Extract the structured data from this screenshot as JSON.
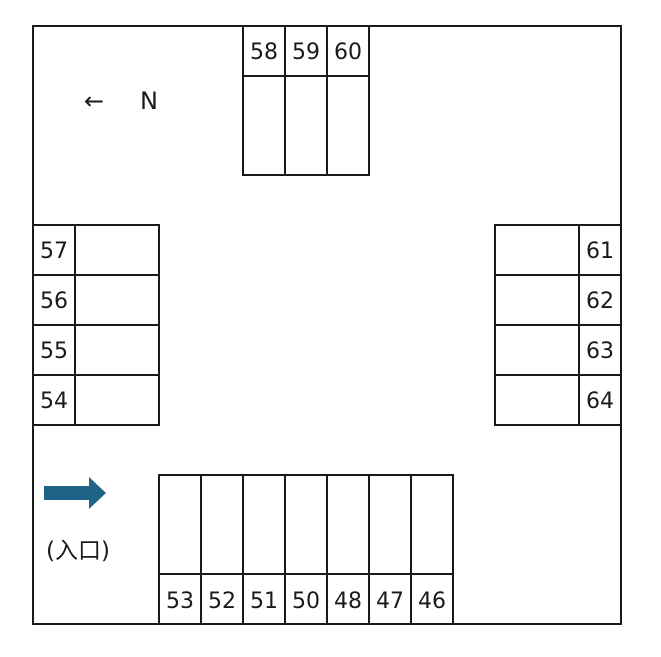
{
  "compass": {
    "arrow": "←",
    "label": "N"
  },
  "entrance": {
    "label": "(入口)",
    "arrow_color": "#1f6386"
  },
  "top_row": {
    "numbers": [
      "58",
      "59",
      "60"
    ]
  },
  "left_column": {
    "numbers": [
      "57",
      "56",
      "55",
      "54"
    ]
  },
  "right_column": {
    "numbers": [
      "61",
      "62",
      "63",
      "64"
    ]
  },
  "bottom_row": {
    "numbers": [
      "53",
      "52",
      "51",
      "50",
      "48",
      "47",
      "46"
    ]
  }
}
